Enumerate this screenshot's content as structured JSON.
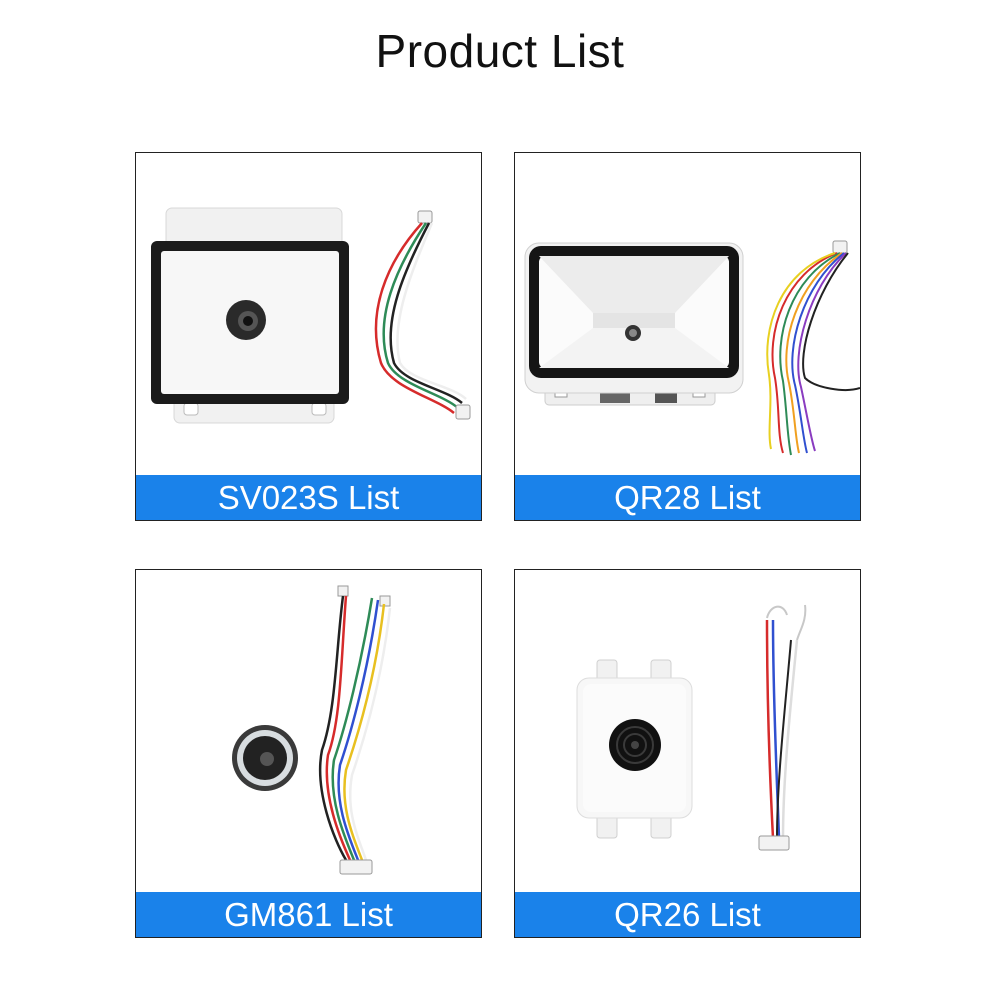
{
  "page": {
    "title": "Product List"
  },
  "products": [
    {
      "label": "SV023S List",
      "icon": "sv023s-scanner-image"
    },
    {
      "label": "QR28 List",
      "icon": "qr28-scanner-image"
    },
    {
      "label": "GM861 List",
      "icon": "gm861-scanner-image"
    },
    {
      "label": "QR26 List",
      "icon": "qr26-scanner-image"
    }
  ],
  "colors": {
    "label_background": "#1a82ea",
    "label_text": "#ffffff",
    "title": "#111111"
  }
}
